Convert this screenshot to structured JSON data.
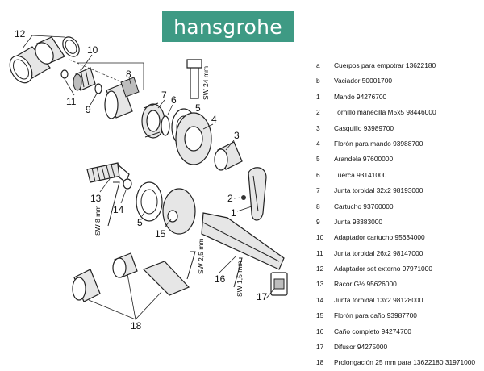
{
  "brand": {
    "name": "hansgrohe",
    "color": "#3e9a84"
  },
  "callouts": [
    "12",
    "10",
    "8",
    "11",
    "9",
    "7",
    "6",
    "5",
    "4",
    "3",
    "2",
    "1",
    "13",
    "14",
    "5",
    "15",
    "16",
    "17",
    "18"
  ],
  "tool_labels": {
    "sw24": "SW 24 mm",
    "sw8": "SW 8 mm",
    "sw25": "SW 2,5 mm",
    "sw15": "SW 1,5 mm"
  },
  "parts": [
    {
      "code": "a",
      "desc": "Cuerpos para empotrar 13622180"
    },
    {
      "code": "b",
      "desc": "Vaciador 50001700"
    },
    {
      "code": "1",
      "desc": "Mando 94276700"
    },
    {
      "code": "2",
      "desc": "Tornillo manecilla M5x5  98446000"
    },
    {
      "code": "3",
      "desc": "Casquillo  93989700"
    },
    {
      "code": "4",
      "desc": "Florón para mando  93988700"
    },
    {
      "code": "5",
      "desc": "Arandela  97600000"
    },
    {
      "code": "6",
      "desc": "Tuerca  93141000"
    },
    {
      "code": "7",
      "desc": "Junta toroidal 32x2  98193000"
    },
    {
      "code": "8",
      "desc": "Cartucho  93760000"
    },
    {
      "code": "9",
      "desc": "Junta  93383000"
    },
    {
      "code": "10",
      "desc": "Adaptador cartucho  95634000"
    },
    {
      "code": "11",
      "desc": "Junta toroidal 26x2  98147000"
    },
    {
      "code": "12",
      "desc": "Adaptador set externo  97971000"
    },
    {
      "code": "13",
      "desc": "Racor G½  95626000"
    },
    {
      "code": "14",
      "desc": "Junta toroidal 13x2  98128000"
    },
    {
      "code": "15",
      "desc": "Florón para caño  93987700"
    },
    {
      "code": "16",
      "desc": "Caño completo  94274700"
    },
    {
      "code": "17",
      "desc": "Difusor  94275000"
    },
    {
      "code": "18",
      "desc": "Prolongación 25 mm para 13622180    31971000"
    }
  ]
}
